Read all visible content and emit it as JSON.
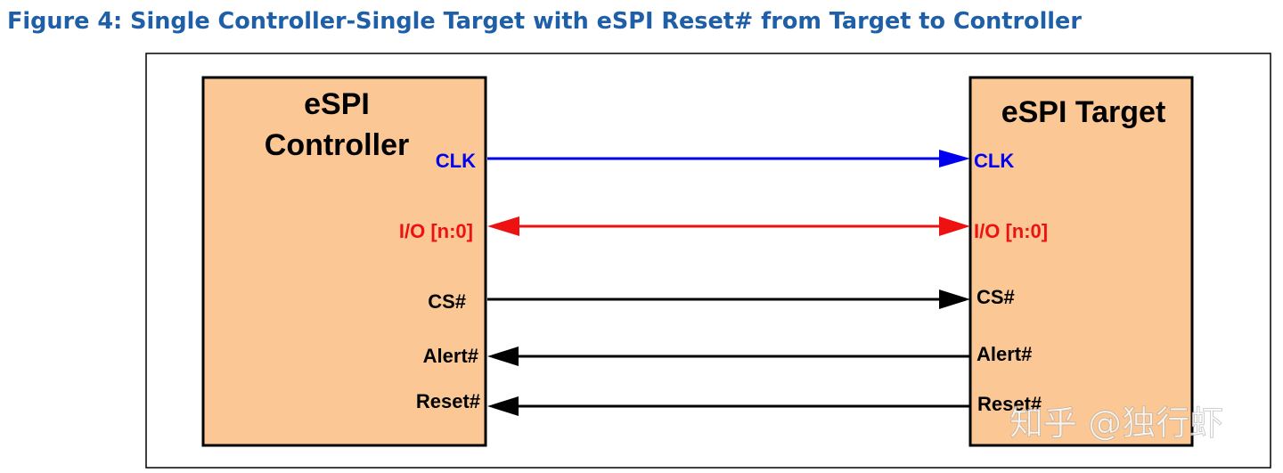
{
  "figure": {
    "title": "Figure 4: Single Controller-Single Target with eSPI Reset# from Target to Controller"
  },
  "controller": {
    "title_line1": "eSPI",
    "title_line2": "Controller",
    "fill": "#fac795"
  },
  "target": {
    "title": "eSPI Target",
    "fill": "#fac795"
  },
  "signals": [
    {
      "name": "CLK",
      "target_name": "CLK",
      "direction": "controller-to-target",
      "color": "#0000ee"
    },
    {
      "name": "I/O [n:0]",
      "target_name": "I/O [n:0]",
      "direction": "bidirectional",
      "color": "#ee1111"
    },
    {
      "name": "CS#",
      "target_name": "CS#",
      "direction": "controller-to-target",
      "color": "#000000"
    },
    {
      "name": "Alert#",
      "target_name": "Alert#",
      "direction": "target-to-controller",
      "color": "#000000"
    },
    {
      "name": "Reset#",
      "target_name": "Reset#",
      "direction": "target-to-controller",
      "color": "#000000"
    }
  ],
  "watermark": "知乎 @独行虾"
}
